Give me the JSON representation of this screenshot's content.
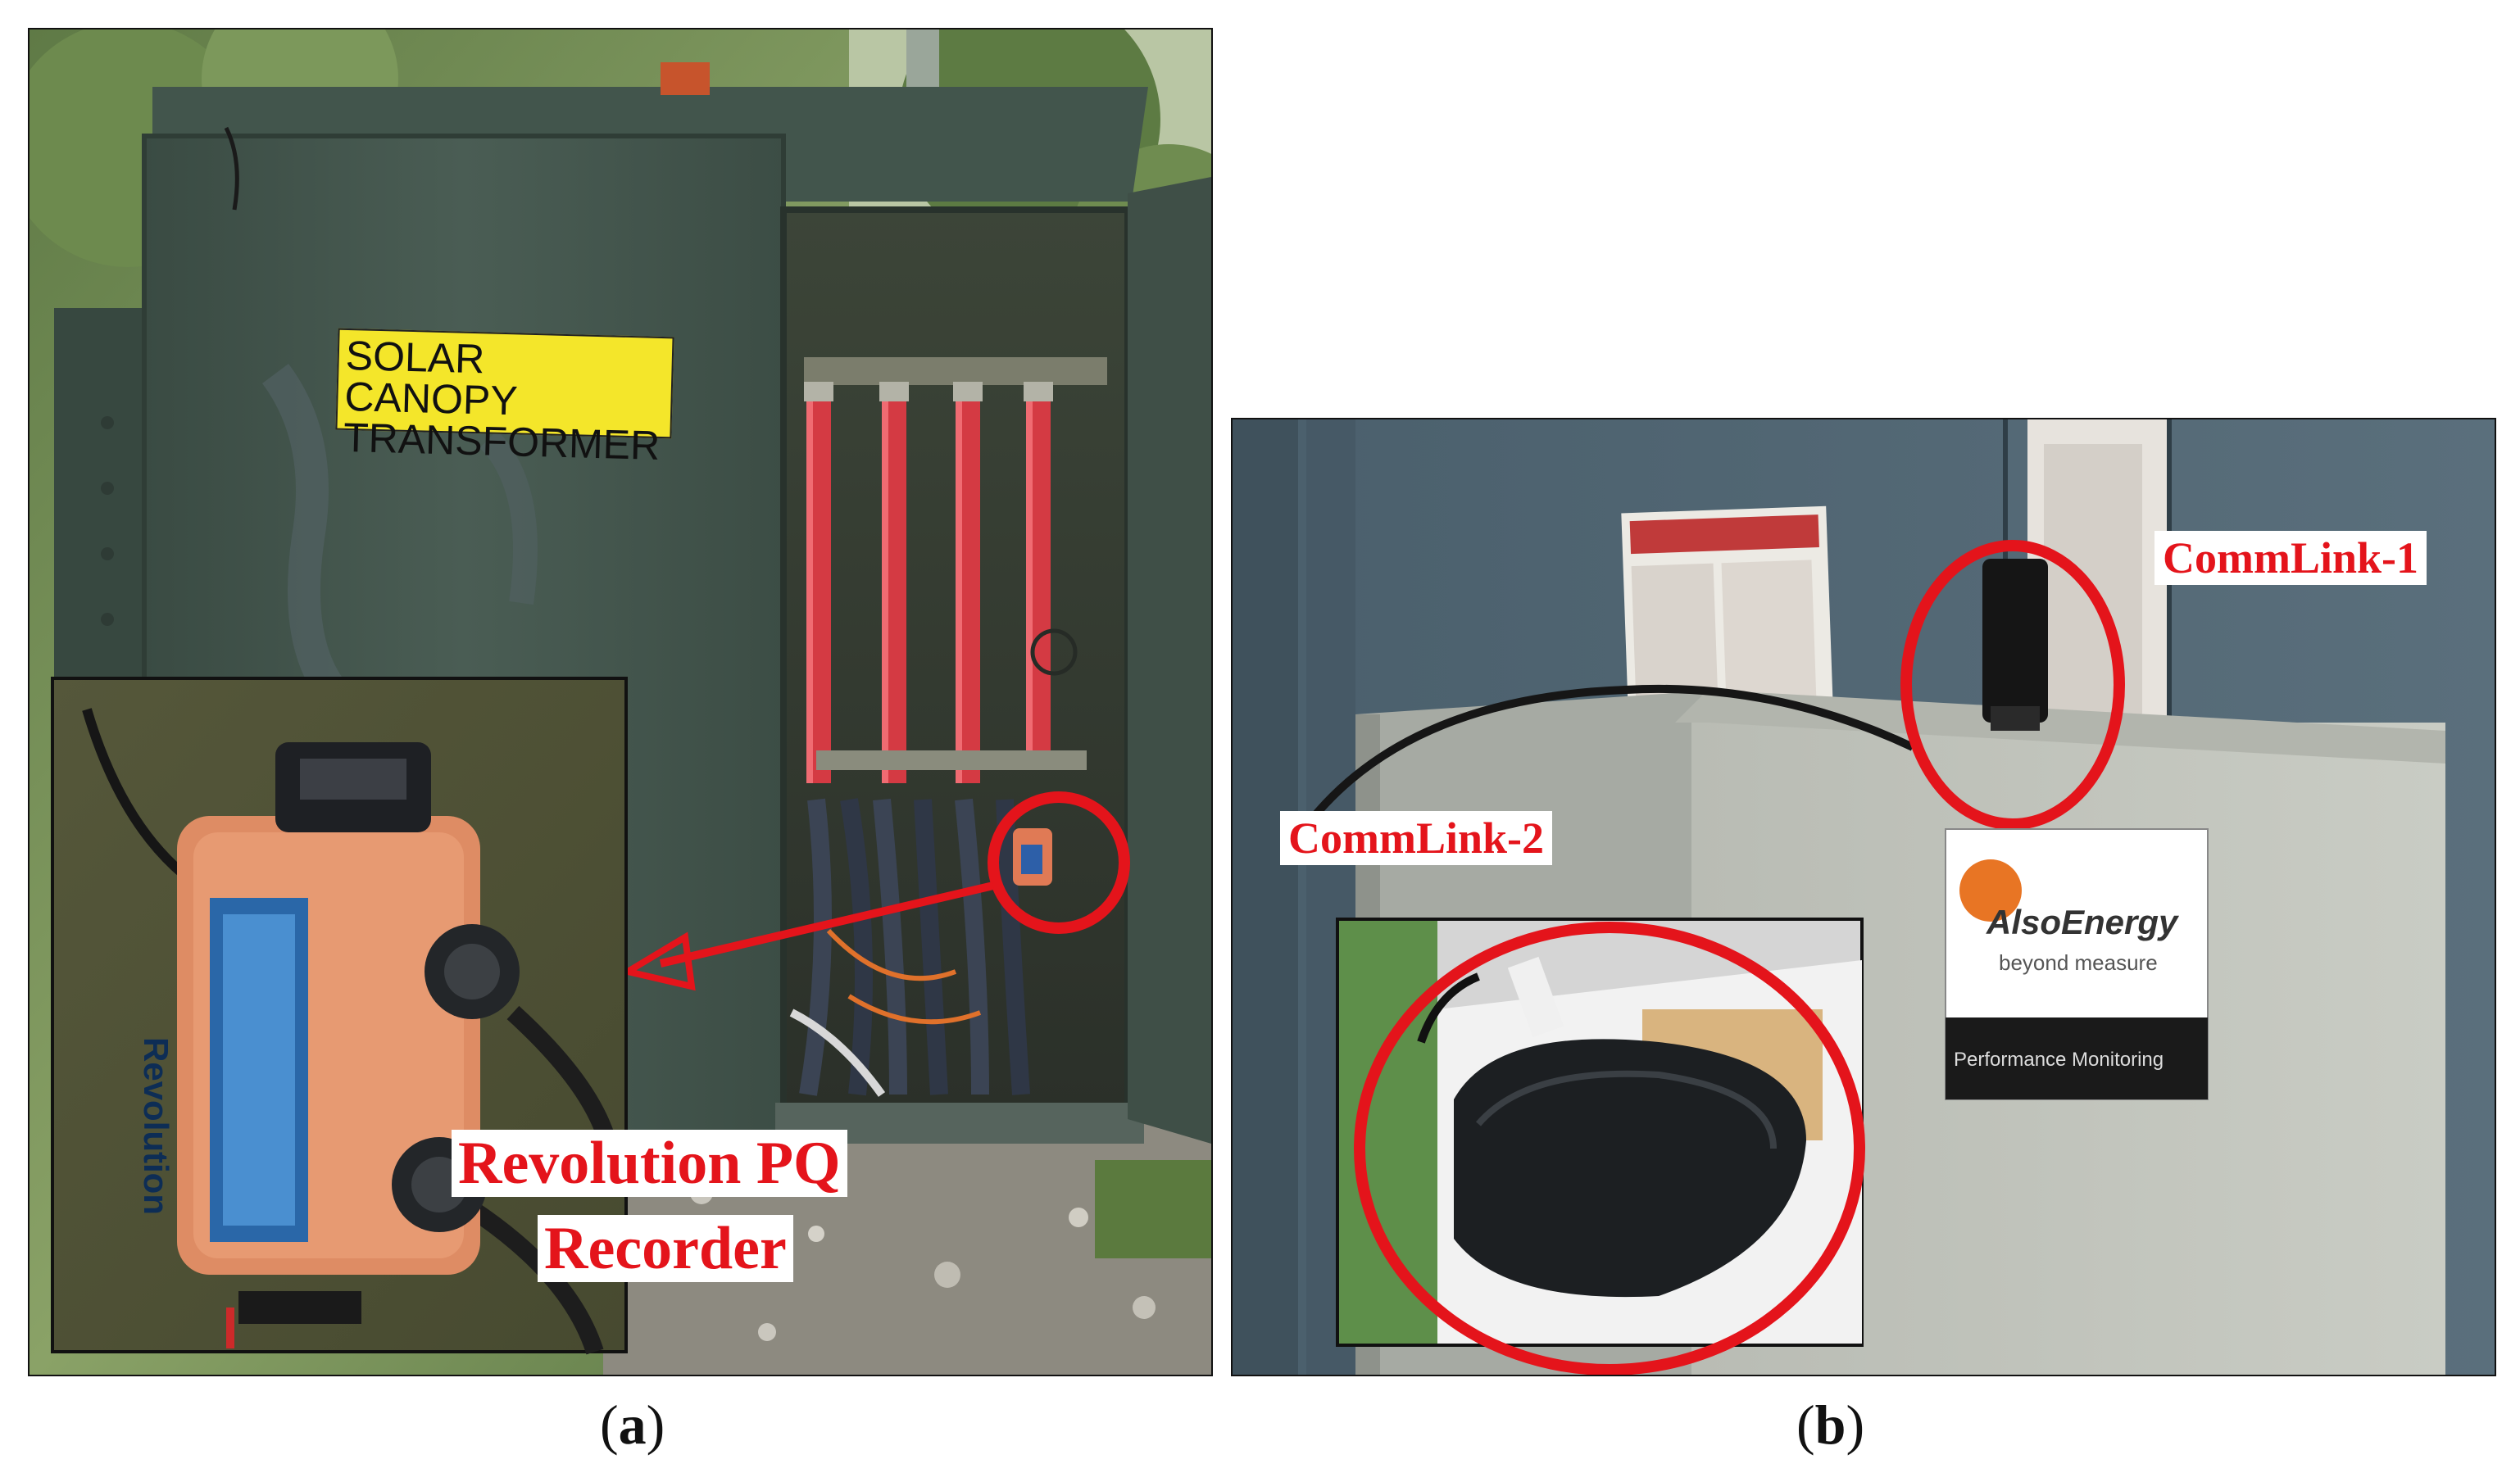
{
  "panel_a": {
    "sticker_line1": "SOLAR CANOPY",
    "sticker_line2": "TRANSFORMER",
    "device_brand": "Revolution",
    "callout_line1": "Revolution PQ",
    "callout_line2": "Recorder",
    "caption_open": "(",
    "caption_letter": "a",
    "caption_close": ")"
  },
  "panel_b": {
    "label_1": "CommLink-1",
    "label_2": "CommLink-2",
    "logo_name": "AlsoEnergy",
    "logo_tagline": "beyond measure",
    "logo_footer": "Performance Monitoring",
    "caption_open": "(",
    "caption_letter": "b",
    "caption_close": ")"
  },
  "colors": {
    "highlight_red": "#e4141b",
    "cabinet_green": "#3f5149",
    "sticker_yellow": "#f4e62a"
  }
}
